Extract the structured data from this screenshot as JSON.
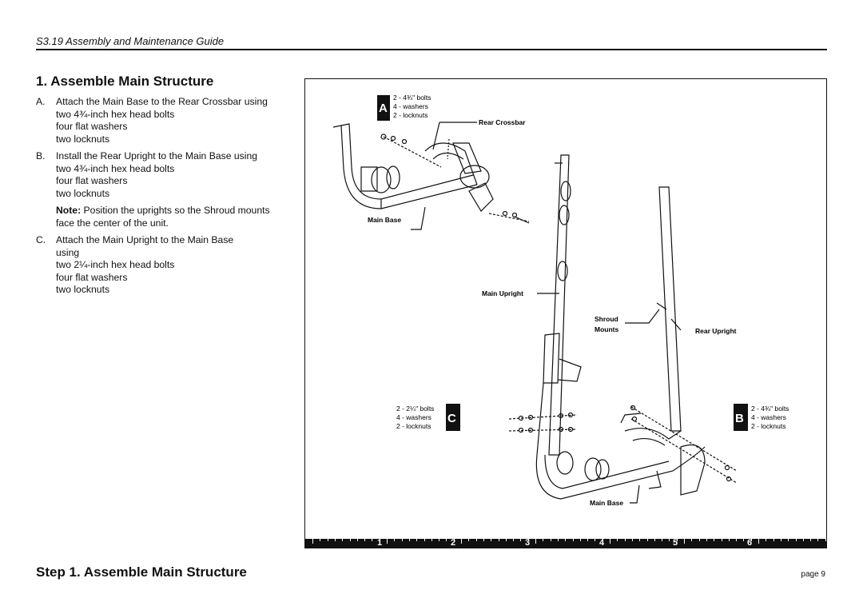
{
  "header": {
    "title": "S3.19 Assembly and Maintenance Guide"
  },
  "section_title": "1. Assemble Main Structure",
  "steps": [
    {
      "letter": "A.",
      "lines": [
        "Attach the Main Base to the Rear Crossbar using",
        "two 4¾-inch hex head bolts",
        "four flat washers",
        "two locknuts"
      ]
    },
    {
      "letter": "B.",
      "lines": [
        "Install the Rear Upright to the Main Base using",
        "two 4¾-inch hex head bolts",
        "four flat washers",
        "two locknuts"
      ]
    },
    {
      "letter": "C.",
      "lines": [
        "Attach the Main Upright to the Main Base",
        "using",
        "two 2¼-inch hex head bolts",
        "four flat washers",
        "two locknuts"
      ]
    }
  ],
  "note": {
    "label": "Note:",
    "text": " Position the uprights so the Shroud mounts",
    "text2": "face the center of the unit."
  },
  "diagram": {
    "callout_a": {
      "letter": "A",
      "lines": [
        "2 - 4¾\" bolts",
        "4 - washers",
        "2 - locknuts"
      ]
    },
    "callout_b": {
      "letter": "B",
      "lines": [
        "2 - 4¾\" bolts",
        "4 - washers",
        "2 - locknuts"
      ]
    },
    "callout_c": {
      "letter": "C",
      "lines": [
        "2 - 2¼\" bolts",
        "4 - washers",
        "2 - locknuts"
      ]
    },
    "labels": {
      "rear_crossbar": "Rear Crossbar",
      "main_base_top": "Main Base",
      "main_upright": "Main Upright",
      "shroud": "Shroud",
      "mounts": "Mounts",
      "rear_upright": "Rear Upright",
      "main_base_bottom": "Main Base"
    }
  },
  "ruler": {
    "numbers": [
      "1",
      "2",
      "3",
      "4",
      "5",
      "6"
    ]
  },
  "footer": {
    "title": "Step 1. Assemble Main Structure",
    "page": "page 9"
  }
}
